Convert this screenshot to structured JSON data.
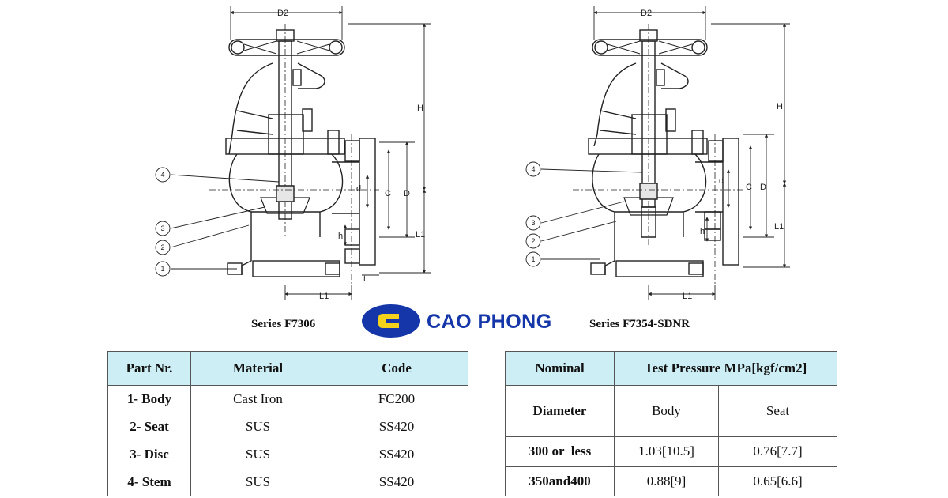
{
  "left_drawing": {
    "dims": {
      "D2": "D2",
      "H": "H",
      "C": "C",
      "D": "D",
      "L1_vertical": "L1",
      "d": "d",
      "h": "h",
      "t": "t",
      "L1_horizontal": "L1"
    },
    "callouts": [
      "4",
      "3",
      "2",
      "1"
    ],
    "caption": "Series F7306"
  },
  "right_drawing": {
    "dims": {
      "D2": "D2",
      "H": "H",
      "C": "C",
      "D": "D",
      "L1_vertical": "L1",
      "d": "d",
      "h": "h",
      "L1_horizontal": "L1"
    },
    "callouts": [
      "4",
      "3",
      "2",
      "1"
    ],
    "caption": "Series F7354-SDNR"
  },
  "logo": {
    "text": "CAO PHONG",
    "primary_color": "#1436a8",
    "accent_color": "#f4d21c"
  },
  "parts_table": {
    "headers": [
      "Part Nr.",
      "Material",
      "Code"
    ],
    "rows": [
      [
        "1- Body",
        "Cast Iron",
        "FC200"
      ],
      [
        "2- Seat",
        "SUS",
        "SS420"
      ],
      [
        "3- Disc",
        "SUS",
        "SS420"
      ],
      [
        "4- Stem",
        "SUS",
        "SS420"
      ]
    ],
    "header_bg": "#cdeef4"
  },
  "pressure_table": {
    "header_nominal": "Nominal",
    "header_test": "Test Pressure MPa[kgf/cm2]",
    "sub_diameter": "Diameter",
    "sub_body": "Body",
    "sub_seat": "Seat",
    "rows": [
      [
        "300 or  less",
        "1.03[10.5]",
        "0.76[7.7]"
      ],
      [
        "350and400",
        "0.88[9]",
        "0.65[6.6]"
      ]
    ]
  }
}
